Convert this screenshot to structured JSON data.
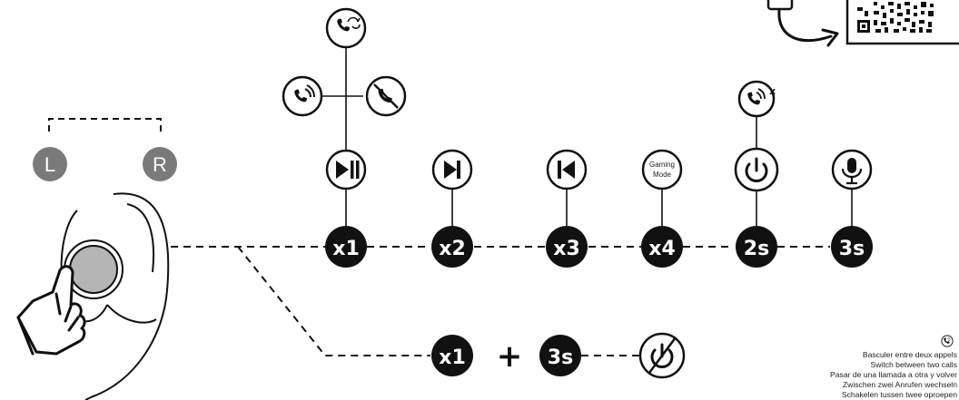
{
  "ear_labels": {
    "left": "L",
    "right": "R"
  },
  "taps": {
    "x1": "x1",
    "x2": "x2",
    "x3": "x3",
    "x4": "x4",
    "hold2s": "2s",
    "hold3s": "3s",
    "combo_tap": "x1",
    "combo_plus": "+",
    "combo_hold": "3s"
  },
  "gaming_mode": {
    "line1": "Gaming",
    "line2": "Mode"
  },
  "reject_call_mark": "x",
  "legend": {
    "icon": "switch-calls-icon",
    "lines": [
      "Basculer entre deux appels",
      "Switch between two calls",
      "Pasar de una llamada a otra y volver",
      "Zwischen zwei Anrufen wechseln",
      "Schakelen tussen twee oproepen"
    ]
  },
  "colors": {
    "ink": "#111111",
    "ear_badge": "#7a7a7a",
    "touch_pad": "#b5b5b5"
  }
}
